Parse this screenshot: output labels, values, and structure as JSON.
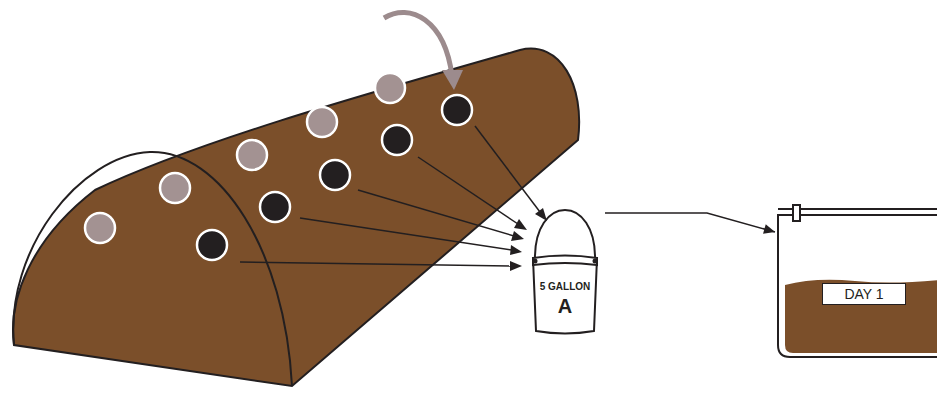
{
  "diagram": {
    "nodes": [
      {
        "text": [
          "5 GALLON",
          "A"
        ]
      },
      {
        "text": [
          "DAY 1"
        ]
      }
    ],
    "edges": [
      {
        "from": 0,
        "to": 1,
        "arrow": "to"
      }
    ]
  }
}
